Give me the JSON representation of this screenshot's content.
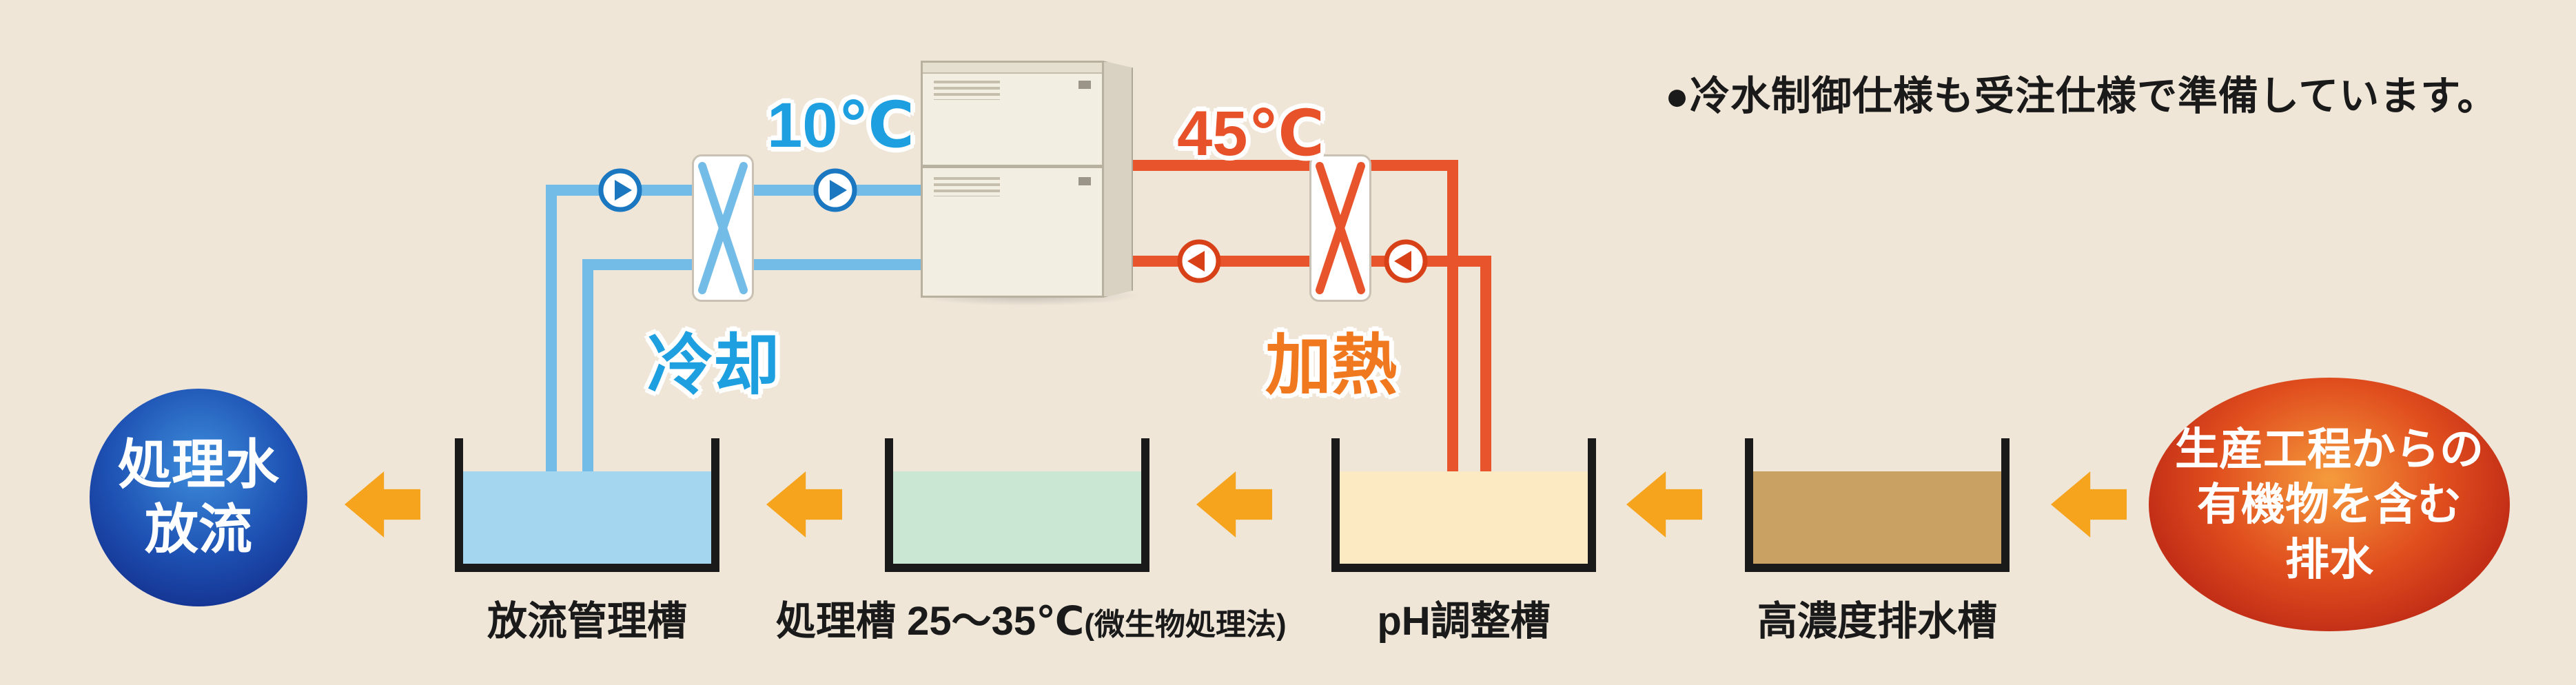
{
  "note": "●冷水制御仕様も受注仕様で準備しています。",
  "cooling": {
    "temp": "10℃",
    "label": "冷却"
  },
  "heating": {
    "temp": "45℃",
    "label": "加熱"
  },
  "tanks": [
    {
      "label": "放流管理槽",
      "water": "#A5D6F0"
    },
    {
      "label": "処理槽 25〜35℃",
      "sub": "(微生物処理法)",
      "water": "#C9E7D2"
    },
    {
      "label": "pH調整槽",
      "water": "#FBEAC2"
    },
    {
      "label": "高濃度排水槽",
      "water": "#C9A263"
    }
  ],
  "outlet": {
    "line1": "処理水",
    "line2": "放流"
  },
  "source": {
    "line1": "生産工程からの",
    "line2": "有機物を含む",
    "line3": "排水"
  },
  "colors": {
    "bg": "#EFE6D8",
    "text": "#1A1A1A",
    "pipe_cold": "#74BCE8",
    "pipe_hot": "#E8542C",
    "cold_text": "#1E9FE0",
    "hot_text": "#E8522A",
    "heat_label": "#F0781E",
    "arrow": "#F6A41E",
    "tank_wall": "#1A1A1A",
    "pump_cold": "#1B78C0",
    "pump_hot": "#D84018",
    "outlet_light": "#3E8EDC",
    "outlet_mid": "#1D50B2",
    "outlet_dark": "#10227E",
    "source_light": "#F59B3C",
    "source_mid": "#E04E1E",
    "source_dark": "#A50F0F"
  }
}
